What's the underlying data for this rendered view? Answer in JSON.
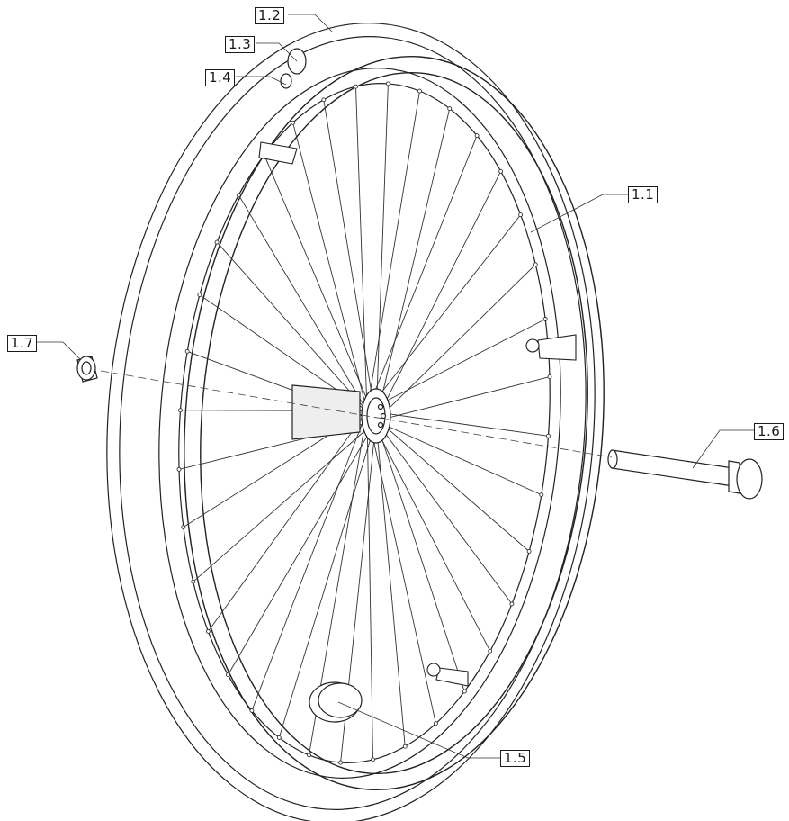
{
  "labels": {
    "l11": "1.1",
    "l12": "1.2",
    "l13": "1.3",
    "l14": "1.4",
    "l15": "1.5",
    "l16": "1.6",
    "l17": "1.7"
  }
}
